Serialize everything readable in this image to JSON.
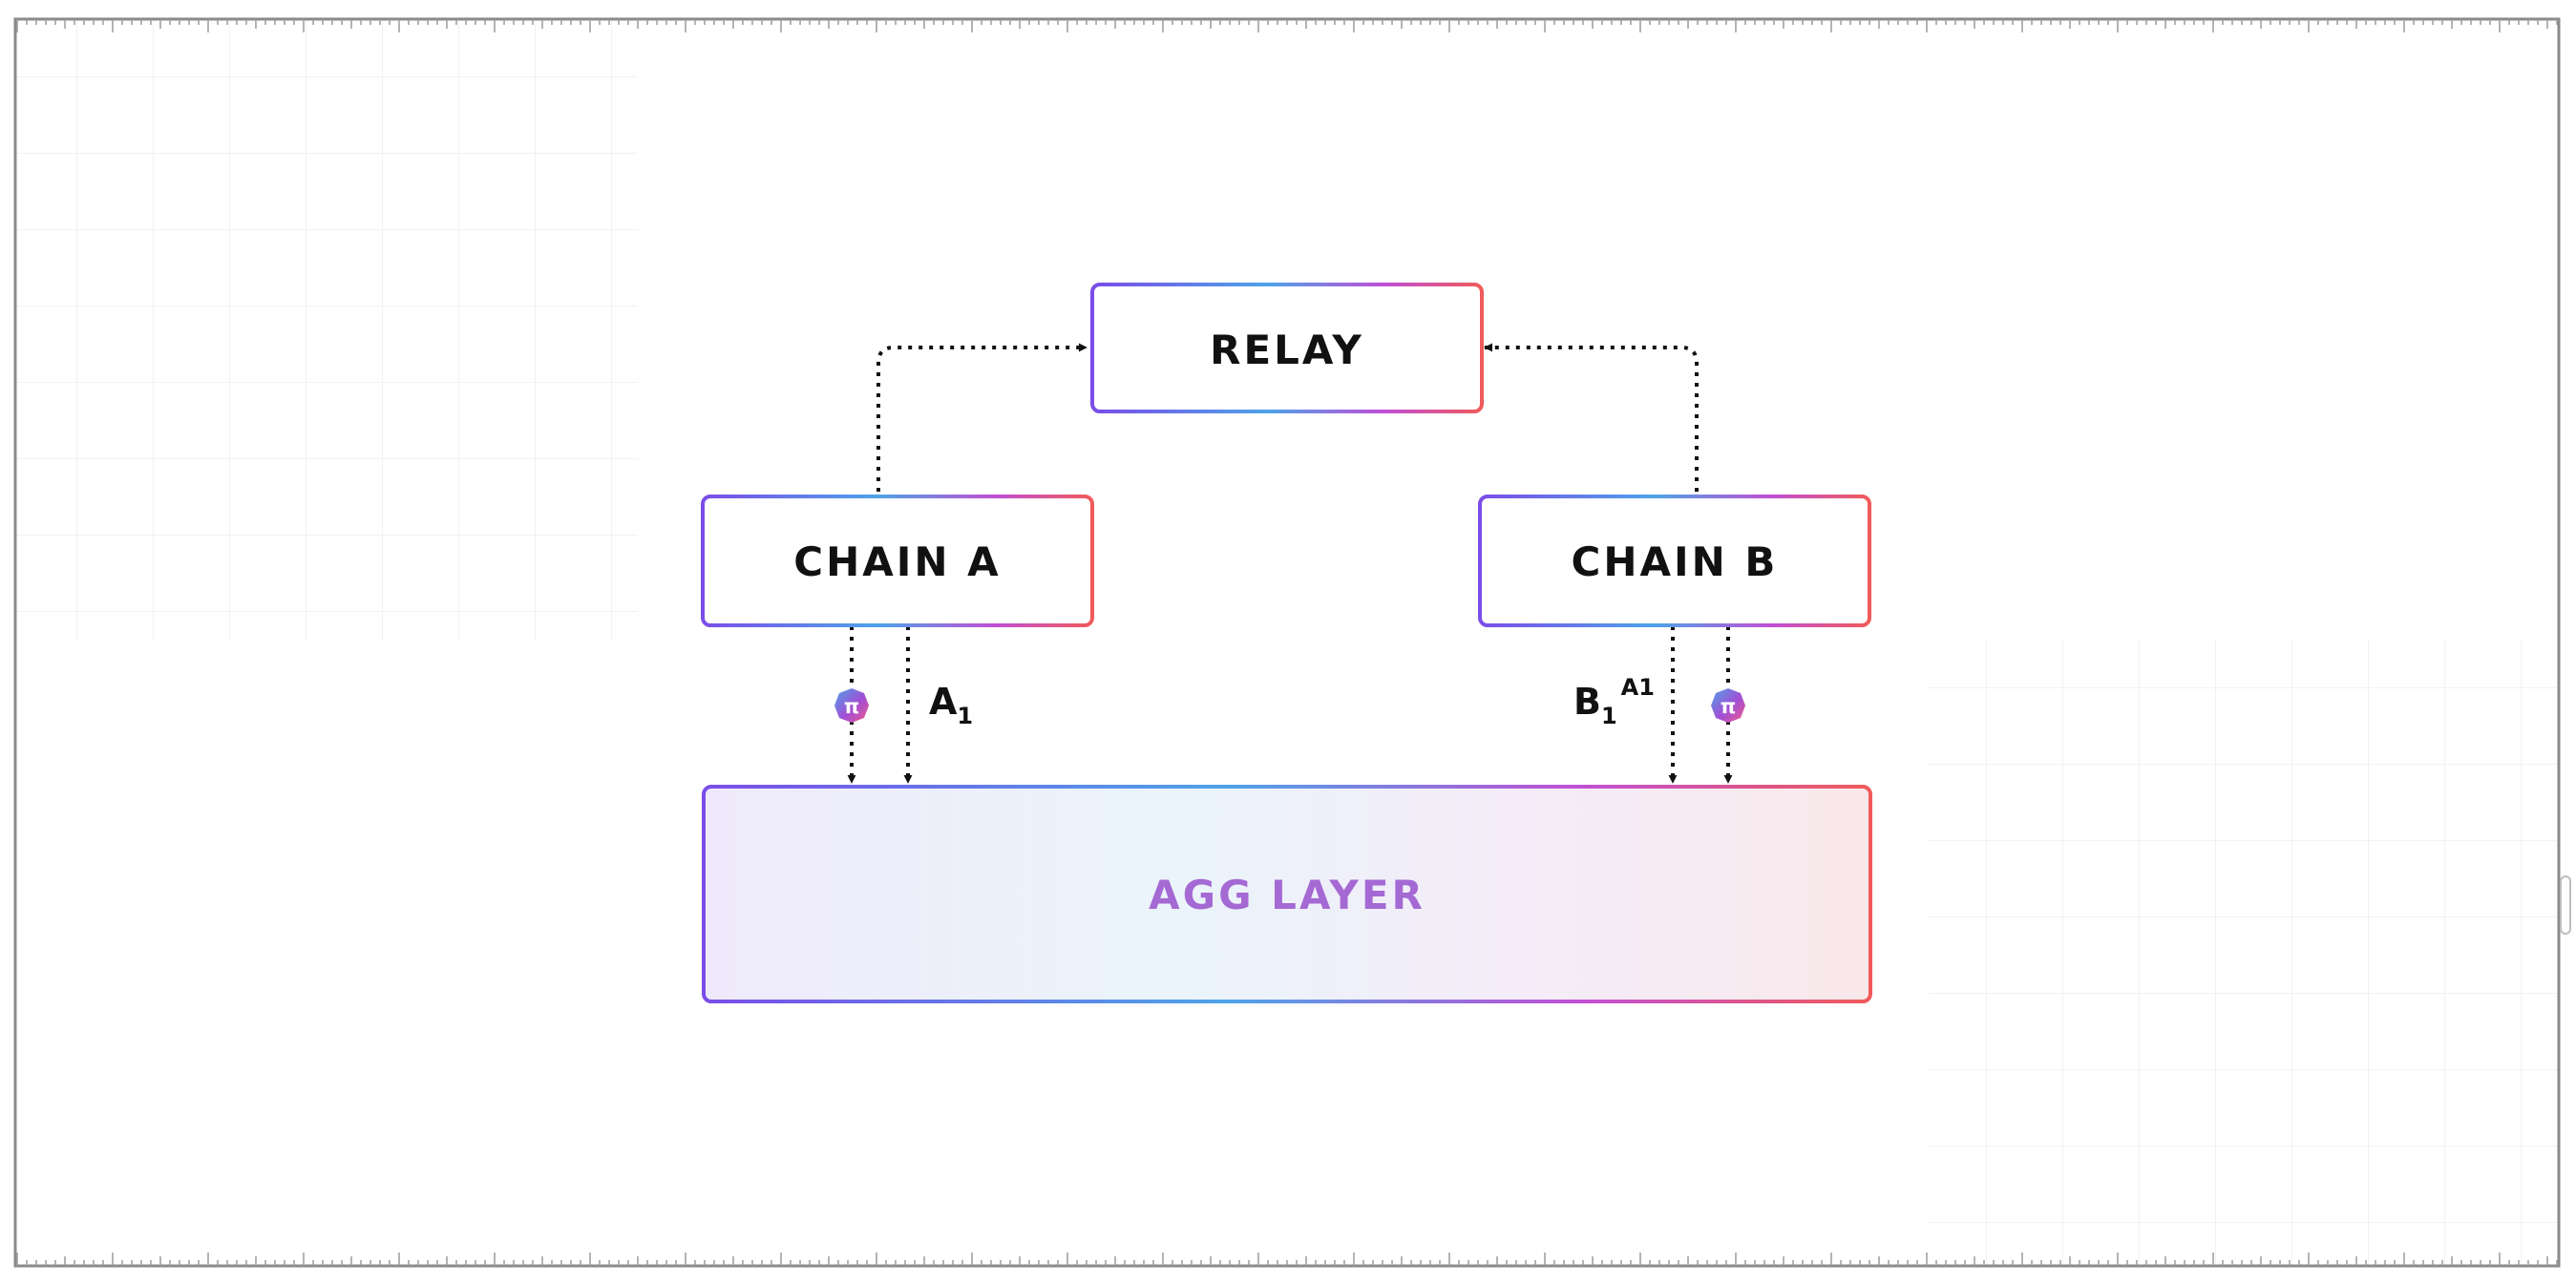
{
  "diagram": {
    "nodes": {
      "relay": {
        "label": "RELAY"
      },
      "chain_a": {
        "label": "CHAIN A"
      },
      "chain_b": {
        "label": "CHAIN B"
      },
      "agg_layer": {
        "label": "AGG LAYER"
      }
    },
    "edge_labels": {
      "a1_base": "A",
      "a1_sub": "1",
      "b1_base": "B",
      "b1_sub": "1",
      "b1_sup": "A1"
    },
    "proof_badge_symbol": "π"
  },
  "colors": {
    "border_start": "#7b4de8",
    "border_mid": "#4ea3e8",
    "border_pink": "#c04fd6",
    "border_end": "#f05a5a",
    "agg_text": "#a569d4",
    "arrow": "#111111"
  },
  "icons": {
    "proof_badge": "pi-proof-badge-icon"
  }
}
